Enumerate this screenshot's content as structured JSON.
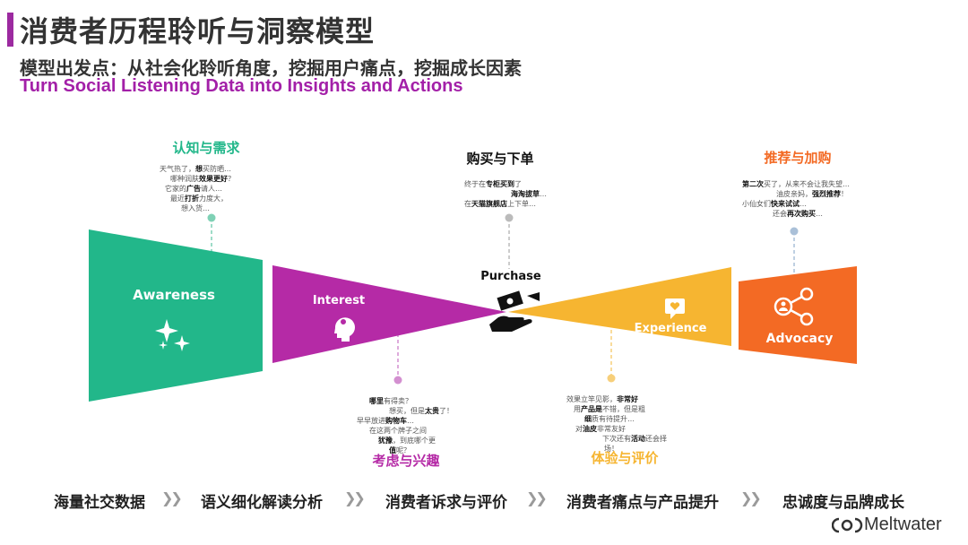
{
  "header": {
    "title": "消费者历程聆听与洞察模型",
    "subtitle": "模型出发点：从社会化聆听角度，挖掘用户痛点，挖掘成长因素",
    "en_title": "Turn Social Listening Data into Insights and Actions"
  },
  "stages": {
    "awareness": {
      "label": "Awareness",
      "cn": "认知与需求",
      "color": "#22b78a"
    },
    "interest": {
      "label": "Interest",
      "cn": "考虑与兴趣",
      "color": "#b52aa6"
    },
    "purchase": {
      "label": "Purchase",
      "cn": "购买与下单",
      "color": "#111111"
    },
    "experience": {
      "label": "Experience",
      "cn": "体验与评价",
      "color": "#f6b531"
    },
    "advocacy": {
      "label": "Advocacy",
      "cn": "推荐与加购",
      "color": "#f36a24"
    }
  },
  "quotes": {
    "awareness": [
      [
        "天气热了，",
        "想",
        "买防晒…"
      ],
      [
        "哪种润肤",
        "效果更好",
        "？"
      ],
      [
        "它家的",
        "广告",
        "请人…"
      ],
      [
        "最近",
        "打折",
        "力度大，"
      ],
      [
        "想入货…",
        "",
        ""
      ]
    ],
    "purchase": [
      [
        "终于在",
        "专柜买到",
        "了"
      ],
      [
        "",
        "海淘拔草",
        "…"
      ],
      [
        "在",
        "天猫旗舰店",
        "上下单…"
      ]
    ],
    "advocacy": [
      [
        "",
        "第二次",
        "买了，从来不会让我失望…"
      ],
      [
        "油皮亲妈，",
        "强烈推荐",
        "！"
      ],
      [
        "小仙女们",
        "快来试试",
        "…"
      ],
      [
        "还会",
        "再次购买",
        "…"
      ]
    ],
    "interest": [
      [
        "",
        "哪里",
        "有得卖？"
      ],
      [
        "想买，但是",
        "太贵",
        "了！"
      ],
      [
        "早早放进",
        "购物车",
        "…"
      ],
      [
        "在这两个牌子之间",
        "",
        ""
      ],
      [
        "",
        "犹豫",
        "，到底哪个更"
      ],
      [
        "",
        "值",
        "呢？"
      ]
    ],
    "experience": [
      [
        "效果立竿见影，",
        "非常好",
        ""
      ],
      [
        "用",
        "产品是",
        "不错，但是粗"
      ],
      [
        "",
        "细",
        "质有待提升…"
      ],
      [
        "对",
        "油皮",
        "非常友好"
      ],
      [
        "下次还有",
        "活动",
        "还会择"
      ],
      [
        "场！",
        "",
        ""
      ]
    ]
  },
  "flow": [
    "海量社交数据",
    "语义细化解读分析",
    "消费者诉求与评价",
    "消费者痛点与产品提升",
    "忠诚度与品牌成长"
  ],
  "brand": "Meltwater"
}
